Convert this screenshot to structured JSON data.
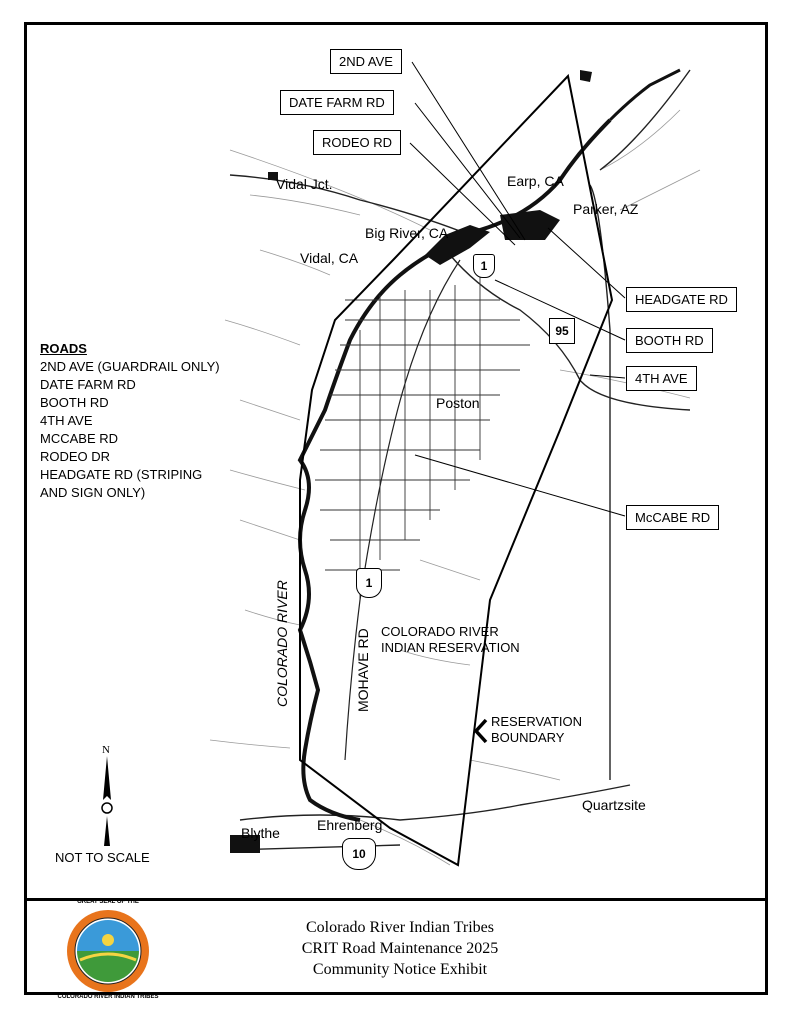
{
  "place_labels": {
    "vidal_jct": "Vidal Jct.",
    "vidal_ca": "Vidal, CA",
    "big_river": "Big River, CA",
    "earp": "Earp, CA",
    "parker": "Parker, AZ",
    "poston": "Poston",
    "blythe": "Blythe",
    "ehrenberg": "Ehrenberg",
    "quartzsite": "Quartzsite",
    "reservation_name": "COLORADO RIVER\nINDIAN RESERVATION",
    "reservation_boundary": "RESERVATION\nBOUNDARY",
    "colorado_river": "COLORADO RIVER",
    "mohave_rd": "MOHAVE RD"
  },
  "callouts": {
    "second_ave": "2ND AVE",
    "date_farm_rd": "DATE FARM RD",
    "rodeo_rd": "RODEO RD",
    "headgate_rd": "HEADGATE RD",
    "booth_rd": "BOOTH RD",
    "fourth_ave": "4TH AVE",
    "mccabe_rd": "McCABE RD"
  },
  "shields": {
    "route_1_north": "1",
    "route_1_south": "1",
    "route_95": "95",
    "interstate_10": "10"
  },
  "roads_legend": {
    "heading": "ROADS",
    "items": [
      "2ND AVE (GUARDRAIL ONLY)",
      "DATE FARM RD",
      "BOOTH RD",
      "4TH AVE",
      "MCCABE RD",
      "RODEO DR",
      "HEADGATE RD (STRIPING",
      "AND SIGN ONLY)"
    ]
  },
  "north_arrow": {
    "letter": "N"
  },
  "scale_note": "NOT TO SCALE",
  "title_block": {
    "line1": "Colorado River Indian Tribes",
    "line2": "CRIT Road Maintenance 2025",
    "line3": "Community Notice Exhibit"
  },
  "seal": {
    "top_text": "GREAT SEAL OF THE",
    "bottom_text": "COLORADO RIVER INDIAN TRIBES"
  },
  "colors": {
    "ink": "#000000",
    "seal_ring": "#e8741c",
    "seal_sky": "#3a9ad9",
    "seal_field": "#3f9a3a"
  }
}
